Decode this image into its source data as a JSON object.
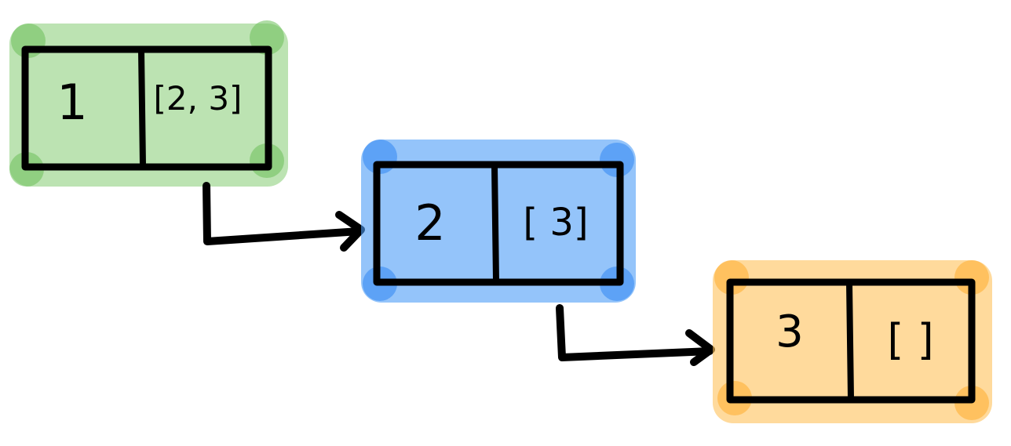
{
  "nodes": [
    {
      "head": "1",
      "tail": "[2, 3]",
      "highlight": "#8fd07f",
      "highlight_dark": "#6cbf5a"
    },
    {
      "head": "2",
      "tail": "[ 3]",
      "highlight": "#4d9cf6",
      "highlight_dark": "#2f86f2"
    },
    {
      "head": "3",
      "tail": "[ ]",
      "highlight": "#ffc25a",
      "highlight_dark": "#ffad2e"
    }
  ]
}
